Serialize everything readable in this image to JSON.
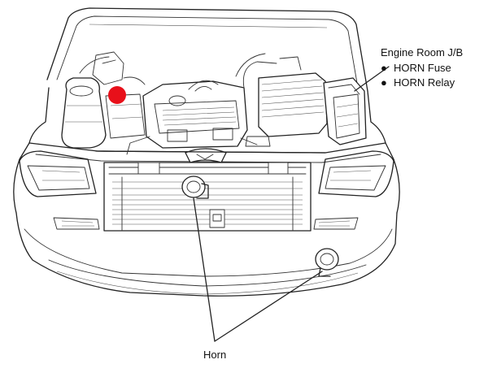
{
  "labels": {
    "engine_room": "Engine Room J/B",
    "horn_fuse": "HORN Fuse",
    "horn_relay": "HORN Relay",
    "horn": "Horn"
  },
  "colors": {
    "marker": "#e8101a",
    "line": "#222222"
  },
  "icons": {
    "bullet": "●"
  }
}
